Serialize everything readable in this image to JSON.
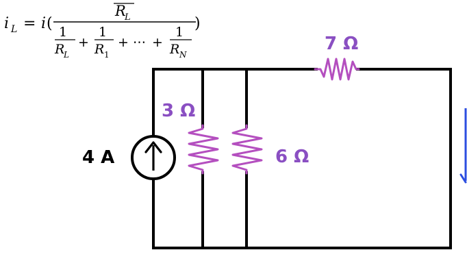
{
  "formula": {
    "lhs_symbol": "i",
    "lhs_subscript": "L",
    "equals": "=",
    "factor_symbol": "i",
    "open_paren": "(",
    "close_paren": ")",
    "numerator_symbol": "R",
    "numerator_subscript": "L",
    "den_one_1": "1",
    "den_r_1": "R",
    "den_sub_1": "L",
    "den_plus_1": "+",
    "den_one_2": "1",
    "den_r_2": "R",
    "den_sub_2": "1",
    "den_plus_2": "+",
    "den_ellipsis": "⋯",
    "den_plus_3": "+",
    "den_one_3": "1",
    "den_r_3": "R",
    "den_sub_3": "N"
  },
  "circuit": {
    "source_label": "4 A",
    "resistor_top_label": "7 Ω",
    "resistor_left_label": "3 Ω",
    "resistor_right_label": "6 Ω"
  },
  "colors": {
    "resistor": "#b44fbf",
    "label": "#8a4fc2",
    "arrow": "#2b4de0",
    "wire": "#000000"
  },
  "icons": {
    "source": "current-source-icon",
    "direction": "current-direction-arrow-icon"
  }
}
